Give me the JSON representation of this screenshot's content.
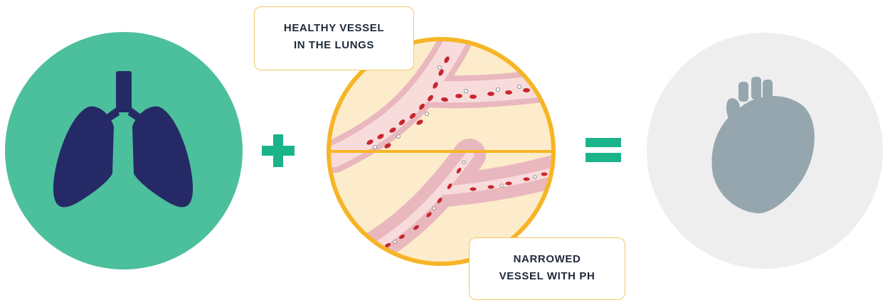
{
  "labels": {
    "healthy_line1": "HEALTHY VESSEL",
    "healthy_line2": "IN THE LUNGS",
    "narrowed_line1": "NARROWED",
    "narrowed_line2": "VESSEL WITH PH"
  },
  "operators": {
    "plus": "plus-sign",
    "equals": "equals-sign"
  },
  "icons": {
    "left": "lungs-icon",
    "right": "heart-icon"
  },
  "colors": {
    "lungs_circle": "#4cbf9c",
    "lungs": "#252a66",
    "operator": "#1bb48a",
    "magnifier_ring": "#f6b526",
    "vessel_bg": "#fdeccb",
    "vessel_wall": "#e9b8bf",
    "vessel_lumen": "#f8dcdc",
    "blood_cell": "#c8262e",
    "heart_circle": "#eeeeee",
    "heart": "#96a6ae"
  }
}
